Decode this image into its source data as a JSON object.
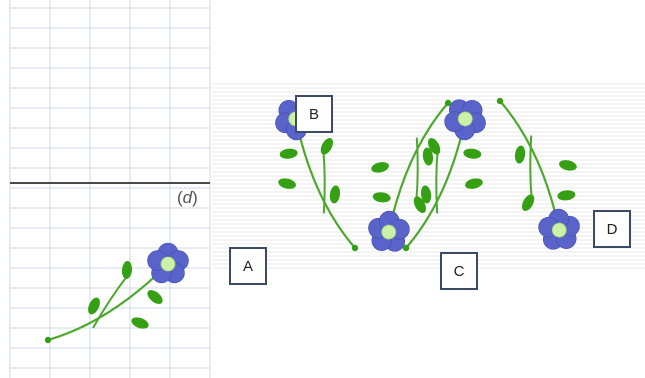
{
  "figure_label": {
    "open": "(",
    "letter": "d",
    "close": ")"
  },
  "options": [
    {
      "id": "A",
      "label": "A"
    },
    {
      "id": "B",
      "label": "B"
    },
    {
      "id": "C",
      "label": "C"
    },
    {
      "id": "D",
      "label": "D"
    }
  ],
  "colors": {
    "grid_line": "#cfd7e6",
    "axis_line": "#4a4a4a",
    "stripe": "#f0f0f0",
    "petal": "#5a63c9",
    "petal_edge": "#434cae",
    "flower_center": "#ccf0a8",
    "stem": "#4ea82e",
    "leaf": "#36a014",
    "box_border": "#3c4a66"
  }
}
